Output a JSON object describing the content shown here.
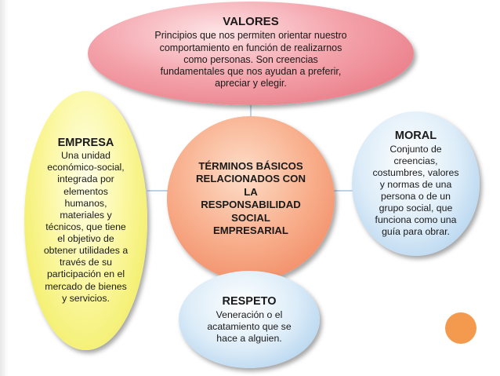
{
  "center": {
    "title": "TÉRMINOS BÁSICOS RELACIONADOS CON LA RESPONSABILIDAD SOCIAL EMPRESARIAL",
    "lines": [
      "TÉRMINOS BÁSICOS",
      "RELACIONADOS  CON",
      "LA",
      "RESPONSABILIDAD",
      "SOCIAL",
      "EMPRESARIAL"
    ]
  },
  "valores": {
    "title": "VALORES",
    "lines": [
      "Principios que nos permiten orientar nuestro",
      "comportamiento en función de realizarnos",
      "como personas. Son creencias",
      "fundamentales que nos ayudan a preferir,",
      "apreciar y elegir."
    ]
  },
  "empresa": {
    "title": "EMPRESA",
    "lines": [
      "Una unidad",
      "económico-social,",
      "integrada por",
      "elementos",
      "humanos,",
      "materiales y",
      "técnicos, que tiene",
      "el objetivo de",
      "obtener utilidades a",
      "través de su",
      "participación en el",
      "mercado de bienes",
      "y servicios."
    ]
  },
  "moral": {
    "title": "MORAL",
    "lines": [
      "Conjunto de",
      "creencias,",
      "costumbres, valores",
      "y normas de una",
      "persona o de un",
      "grupo social, que",
      "funciona como una",
      "guía para obrar."
    ]
  },
  "respeto": {
    "title": "RESPETO",
    "lines": [
      "Veneración o el",
      "acatamiento que se",
      "hace a alguien."
    ]
  },
  "colors": {
    "valores": "#e56c78",
    "empresa": "#eeea4c",
    "center": "#ee7d56",
    "moral": "#9fc7ea",
    "respeto": "#9fc7ea",
    "connector": "#a9c4e0",
    "accent_circle": "#f39a4e"
  }
}
